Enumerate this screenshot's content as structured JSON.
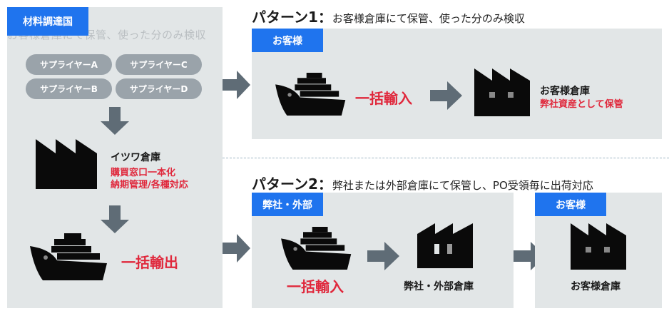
{
  "left_panel": {
    "tag": "材料調達国",
    "ghost_text": "お客様倉庫にて保管、使った分のみ検収",
    "suppliers": [
      "サプライヤーA",
      "サプライヤーC",
      "サプライヤーB",
      "サプライヤーD"
    ],
    "warehouse": {
      "name": "イツワ倉庫",
      "notes": [
        "購買窓口一本化",
        "納期管理/各種対応"
      ]
    },
    "export_label": "一括輸出"
  },
  "pattern1": {
    "title": "パターン1",
    "colon": "：",
    "description": "お客様倉庫にて保管、使った分のみ検収",
    "tag": "お客様",
    "import_label": "一括輸入",
    "warehouse": {
      "name": "お客様倉庫",
      "note": "弊社資産として保管"
    }
  },
  "pattern2": {
    "title": "パターン2",
    "colon": "：",
    "description": "弊社または外部倉庫にて保管し、PO受領毎に出荷対応",
    "tag_left": "弊社・外部",
    "import_label": "一括輸入",
    "warehouse_left": "弊社・外部倉庫",
    "tag_right": "お客様",
    "warehouse_right": "お客様倉庫"
  },
  "colors": {
    "tag_blue": "#1f74ee",
    "panel_gray": "#e2e6e7",
    "arrow_gray": "#5f6c76",
    "accent_red": "#e0283c",
    "pill_gray": "#9aa3aa"
  }
}
